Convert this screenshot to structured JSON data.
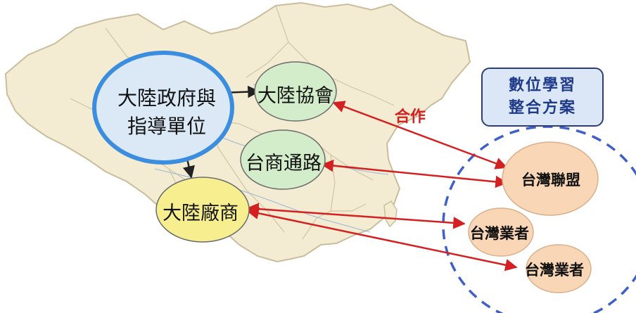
{
  "nodes": {
    "mainland_gov": {
      "line1": "大陸政府與",
      "line2": "指導單位"
    },
    "mainland_association": "大陸協會",
    "taiwan_channel": "台商通路",
    "mainland_manufacturer": "大陸廠商",
    "taiwan_alliance": "台灣聯盟",
    "taiwan_business_1": "台灣業者",
    "taiwan_business_2": "台灣業者"
  },
  "solution": {
    "line1": "數位學習",
    "line2": "整合方案"
  },
  "relation_label": "合作",
  "colors": {
    "map_land": "#f4ecd2",
    "map_border": "#c9bd9c",
    "gov_fill": "#dbe9f7",
    "gov_stroke": "#3b8de0",
    "green_node": "#d3ecc9",
    "yellow_node": "#f6ee8f",
    "peach_node": "#f9d7b6",
    "arrow_red": "#d42020",
    "dashed_circle": "#3f5fc9"
  }
}
